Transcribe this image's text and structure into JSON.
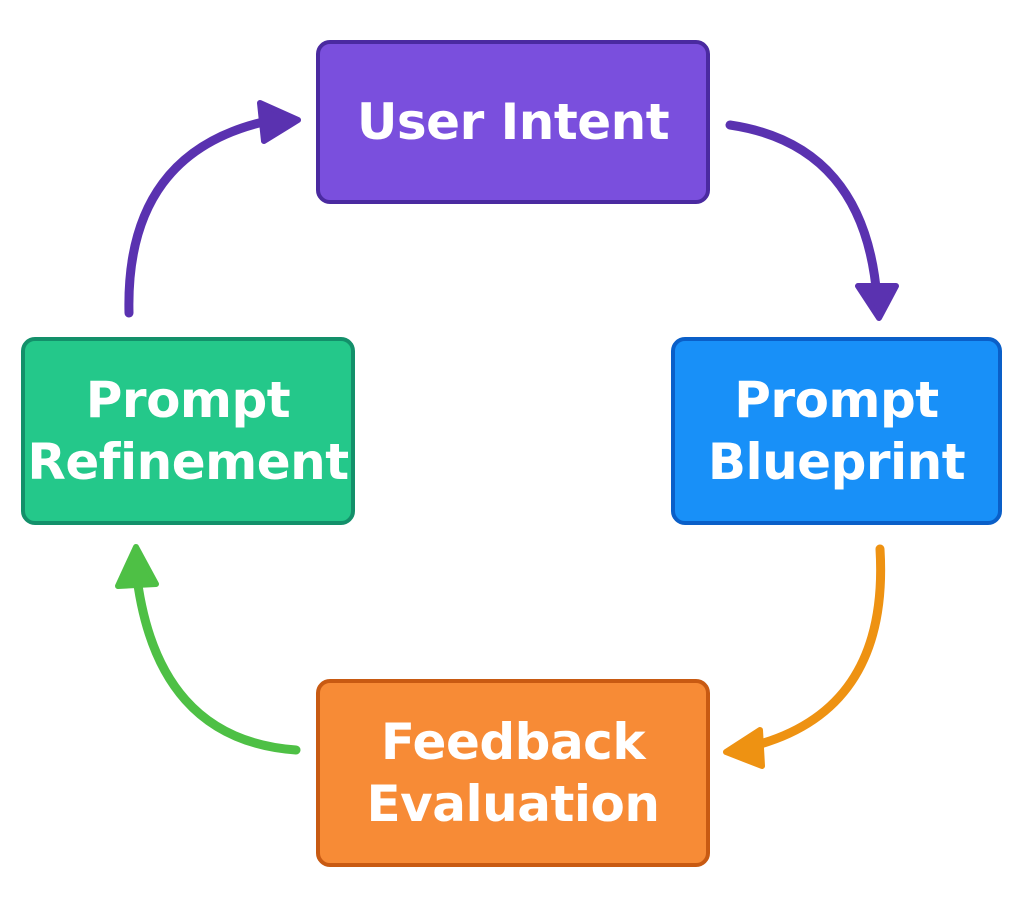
{
  "nodes": {
    "intent": {
      "line1": "User Intent",
      "fill": "#7a4fdd",
      "border": "#4a2aa0"
    },
    "blueprint": {
      "line1": "Prompt",
      "line2": "Blueprint",
      "fill": "#1890f8",
      "border": "#0a5fc8"
    },
    "feedback": {
      "line1": "Feedback",
      "line2": "Evaluation",
      "fill": "#f78b36",
      "border": "#c85a12"
    },
    "refinement": {
      "line1": "Prompt",
      "line2": "Refinement",
      "fill": "#24c88a",
      "border": "#13906a"
    }
  },
  "arrows": {
    "intent_to_blueprint": {
      "color": "#5a32b0"
    },
    "blueprint_to_feedback": {
      "color": "#ee9212"
    },
    "feedback_to_refinement": {
      "color": "#4ec045"
    },
    "refinement_to_intent": {
      "color": "#5a32b0"
    }
  }
}
